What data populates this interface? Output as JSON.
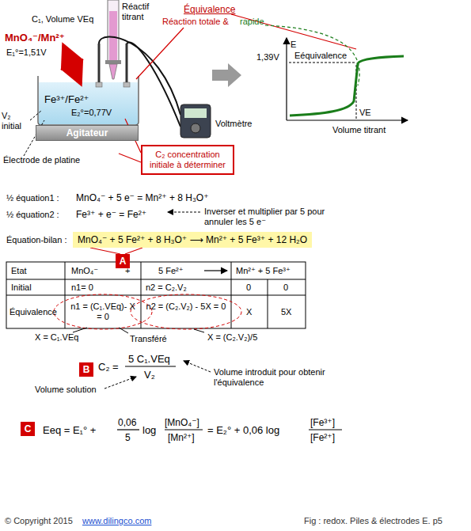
{
  "diagram": {
    "nodes": [
      {
        "text": [
          "Agitateur"
        ]
      },
      {
        "text": [
          "C₂ concentration initiale à déterminer"
        ]
      },
      {
        "text": [
          "MnO₄⁻ + 5 Fe²⁺ + 8 H₃O⁺ ⟶ Mn²⁺ + 5 Fe³⁺ + 12 H₂O"
        ]
      },
      {
        "text": [
          "A"
        ]
      },
      {
        "text": [
          "B"
        ]
      },
      {
        "text": [
          "C"
        ]
      }
    ],
    "edges": [
      {
        "from": 3,
        "to": 2,
        "arrow": "none"
      }
    ],
    "labels": [
      "Réactif titrant",
      "C₁, Volume VEq",
      "Équivalence",
      "Réaction totale &",
      "rapide",
      "MnO₄⁻/Mn²⁺",
      "E₁°=1,51V",
      "Fe³⁺/Fe²⁺",
      "E₂°=0,77V",
      "V₂ initial",
      "Électrode de platine",
      "Voltmètre",
      "E",
      "1,39V",
      "Eéquivalence",
      "VE",
      "Volume titrant",
      "½ équation1 :",
      "MnO₄⁻ + 5 e⁻ = Mn²⁺ + 8 H₃O⁺",
      "½ équation2 :",
      "Fe³⁺ + e⁻ = Fe²⁺",
      "Inverser et multiplier par 5 pour annuler les 5 e⁻",
      "Équation-bilan :",
      "Etat",
      "MnO₄⁻",
      "+",
      "5 Fe²⁺",
      "Mn²⁺ + 5 Fe³⁺",
      "Initial",
      "n1= 0",
      "n2 = C₂.V₂",
      "0",
      "0",
      "Équivalence",
      "n1 = (C₁.VEq)- X = 0",
      "n2 = (C₂.V₂) - 5X = 0",
      "X",
      "5X",
      "X = C₁.VEq",
      "Transféré",
      "X = (C₂.V₂)/5",
      "C₂ =",
      "5 C₁.VEq",
      "V₂",
      "Volume introduit pour obtenir l'équivalence",
      "Volume solution",
      "Eeq = E₁° +",
      "0,06",
      "5",
      "log",
      "[MnO₄⁻]",
      "[Mn²⁺]",
      "= E₂° + 0,06 log",
      "[Fe³⁺]",
      "[Fe²⁺]",
      "© Copyright 2015",
      "www.dilingco.com",
      "Fig :  redox. Piles & électrodes E. p5"
    ]
  }
}
